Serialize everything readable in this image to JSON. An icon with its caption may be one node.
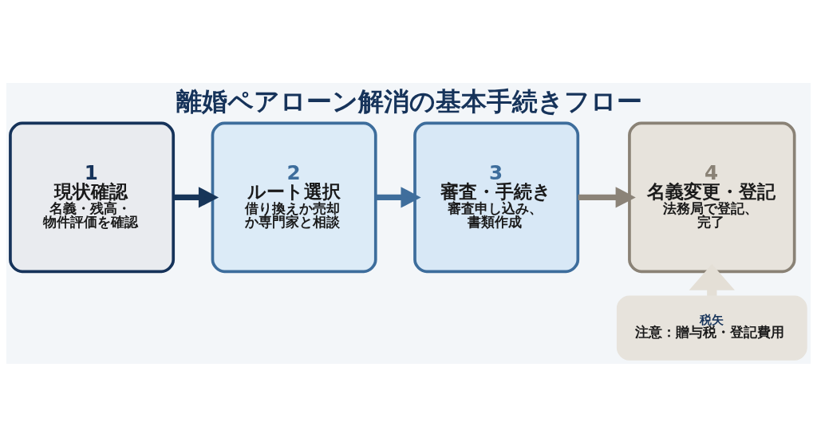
{
  "diagram": {
    "title": "離婚ペアローン解消の基本手続きフロー",
    "nodes": [
      {
        "text": [
          "1",
          "現状確認",
          "名義・残高・物件評価を確認"
        ]
      },
      {
        "text": [
          "2",
          "ルート選択",
          "借り換えか売却か専門家と相談"
        ]
      },
      {
        "text": [
          "3",
          "審査・手続き",
          "審査申し込み、書類作成"
        ]
      },
      {
        "text": [
          "4",
          "名義変更・登記",
          "法務局で登記、完了"
        ]
      },
      {
        "text": [
          "税矢",
          "注意：贈与税・登記費用"
        ]
      }
    ],
    "edges": [
      {
        "from": 0,
        "to": 1,
        "arrow": "to",
        "color": "#173559"
      },
      {
        "from": 1,
        "to": 2,
        "arrow": "to",
        "color": "#3f6e9c"
      },
      {
        "from": 2,
        "to": 3,
        "arrow": "to",
        "color": "#8b8378"
      },
      {
        "from": 4,
        "to": 3,
        "arrow": "to",
        "color": "#e4dfd6"
      }
    ]
  }
}
